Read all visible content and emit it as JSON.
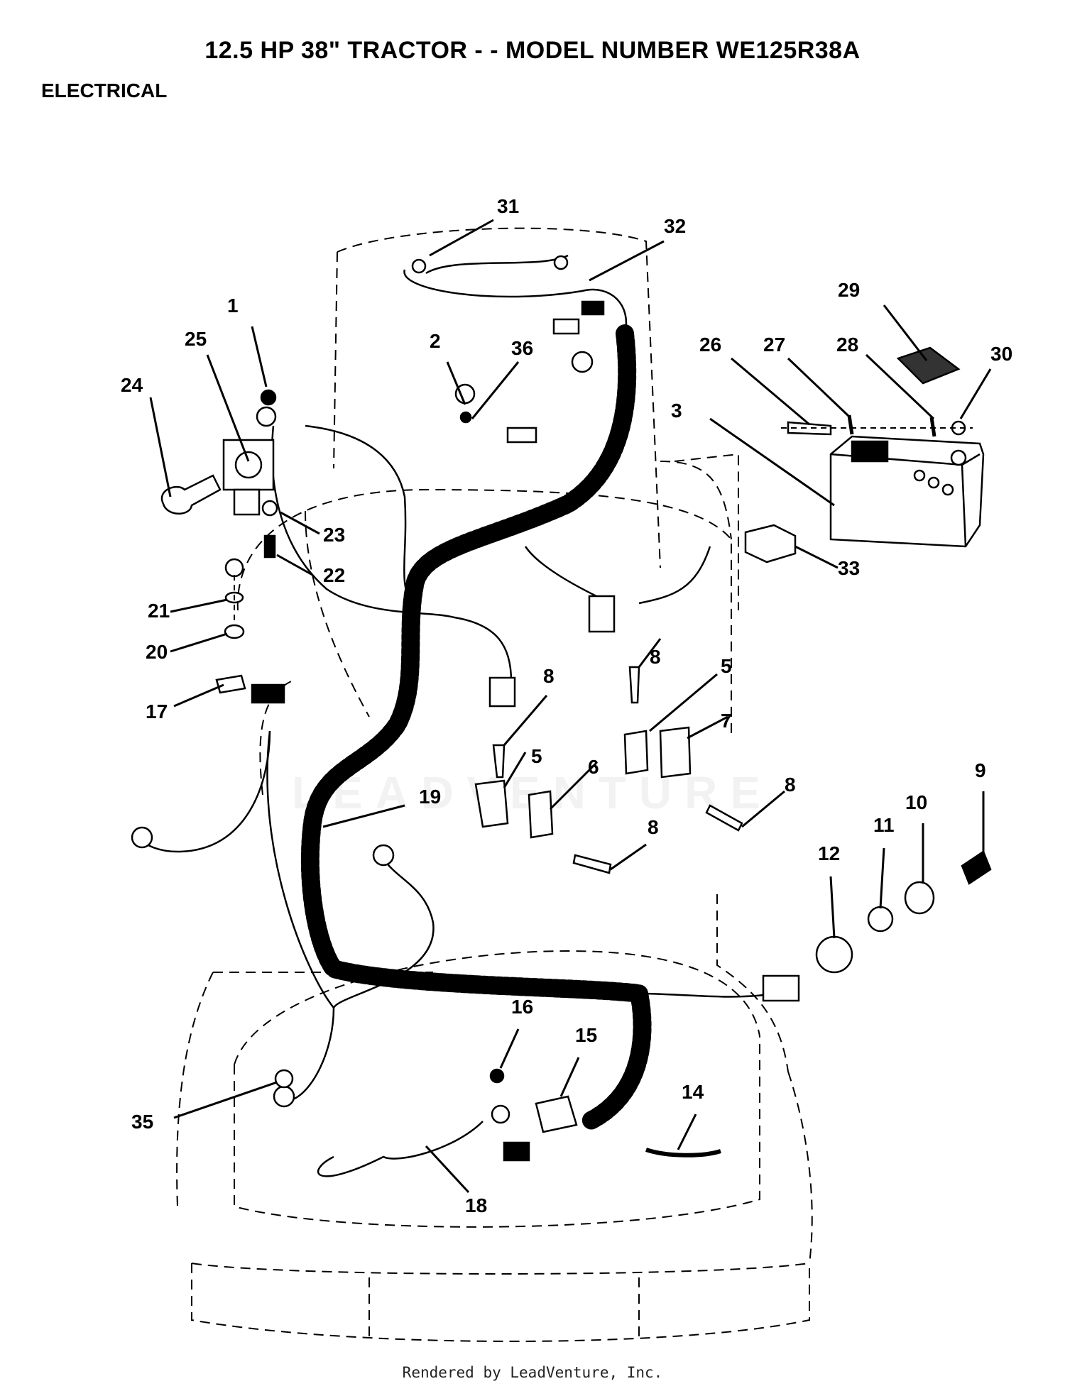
{
  "header": {
    "title": "12.5 HP 38\" TRACTOR - - MODEL NUMBER WE125R38A",
    "subtitle": "ELECTRICAL"
  },
  "footer": {
    "text": "Rendered by LeadVenture, Inc."
  },
  "watermark": {
    "text": "LEADVENTURE"
  },
  "callouts": [
    "1",
    "2",
    "3",
    "5",
    "5",
    "6",
    "7",
    "8",
    "8",
    "8",
    "8",
    "9",
    "10",
    "11",
    "12",
    "14",
    "15",
    "16",
    "17",
    "18",
    "19",
    "20",
    "21",
    "22",
    "23",
    "24",
    "25",
    "26",
    "27",
    "28",
    "29",
    "30",
    "31",
    "32",
    "33",
    "35",
    "36"
  ],
  "colors": {
    "ink": "#000000",
    "background": "#ffffff"
  }
}
